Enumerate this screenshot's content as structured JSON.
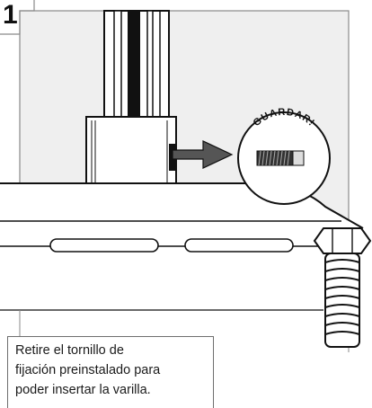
{
  "step": {
    "number": "1"
  },
  "callout": {
    "label": "GUARDAR!",
    "icon": "set-screw-icon"
  },
  "caption": {
    "lines": [
      "Retire el tornillo de",
      "fijación preinstalado para",
      "poder insertar la varilla."
    ]
  },
  "colors": {
    "line": "#1a1a1a",
    "panel_fill": "#efefef",
    "arrow_fill": "#555555"
  }
}
